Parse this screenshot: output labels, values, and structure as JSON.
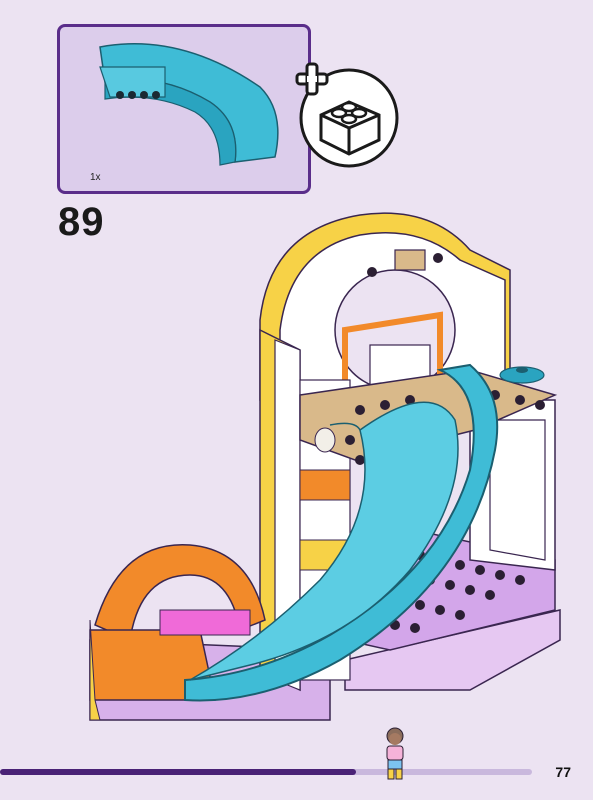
{
  "parts": {
    "quantity": "1x"
  },
  "step": {
    "number": "89"
  },
  "page": {
    "number": "77"
  },
  "progress": {
    "fraction": 0.67
  },
  "colors": {
    "background": "#ece3f2",
    "box_border": "#5a2d8a",
    "box_fill": "#dccdeb",
    "slide": "#3fbcd6",
    "orange": "#f28a2a",
    "yellow": "#f5c431",
    "lavender": "#c79be0",
    "tan": "#d9b98a"
  },
  "icons": [
    "add-brick-icon",
    "minifigure-icon"
  ]
}
